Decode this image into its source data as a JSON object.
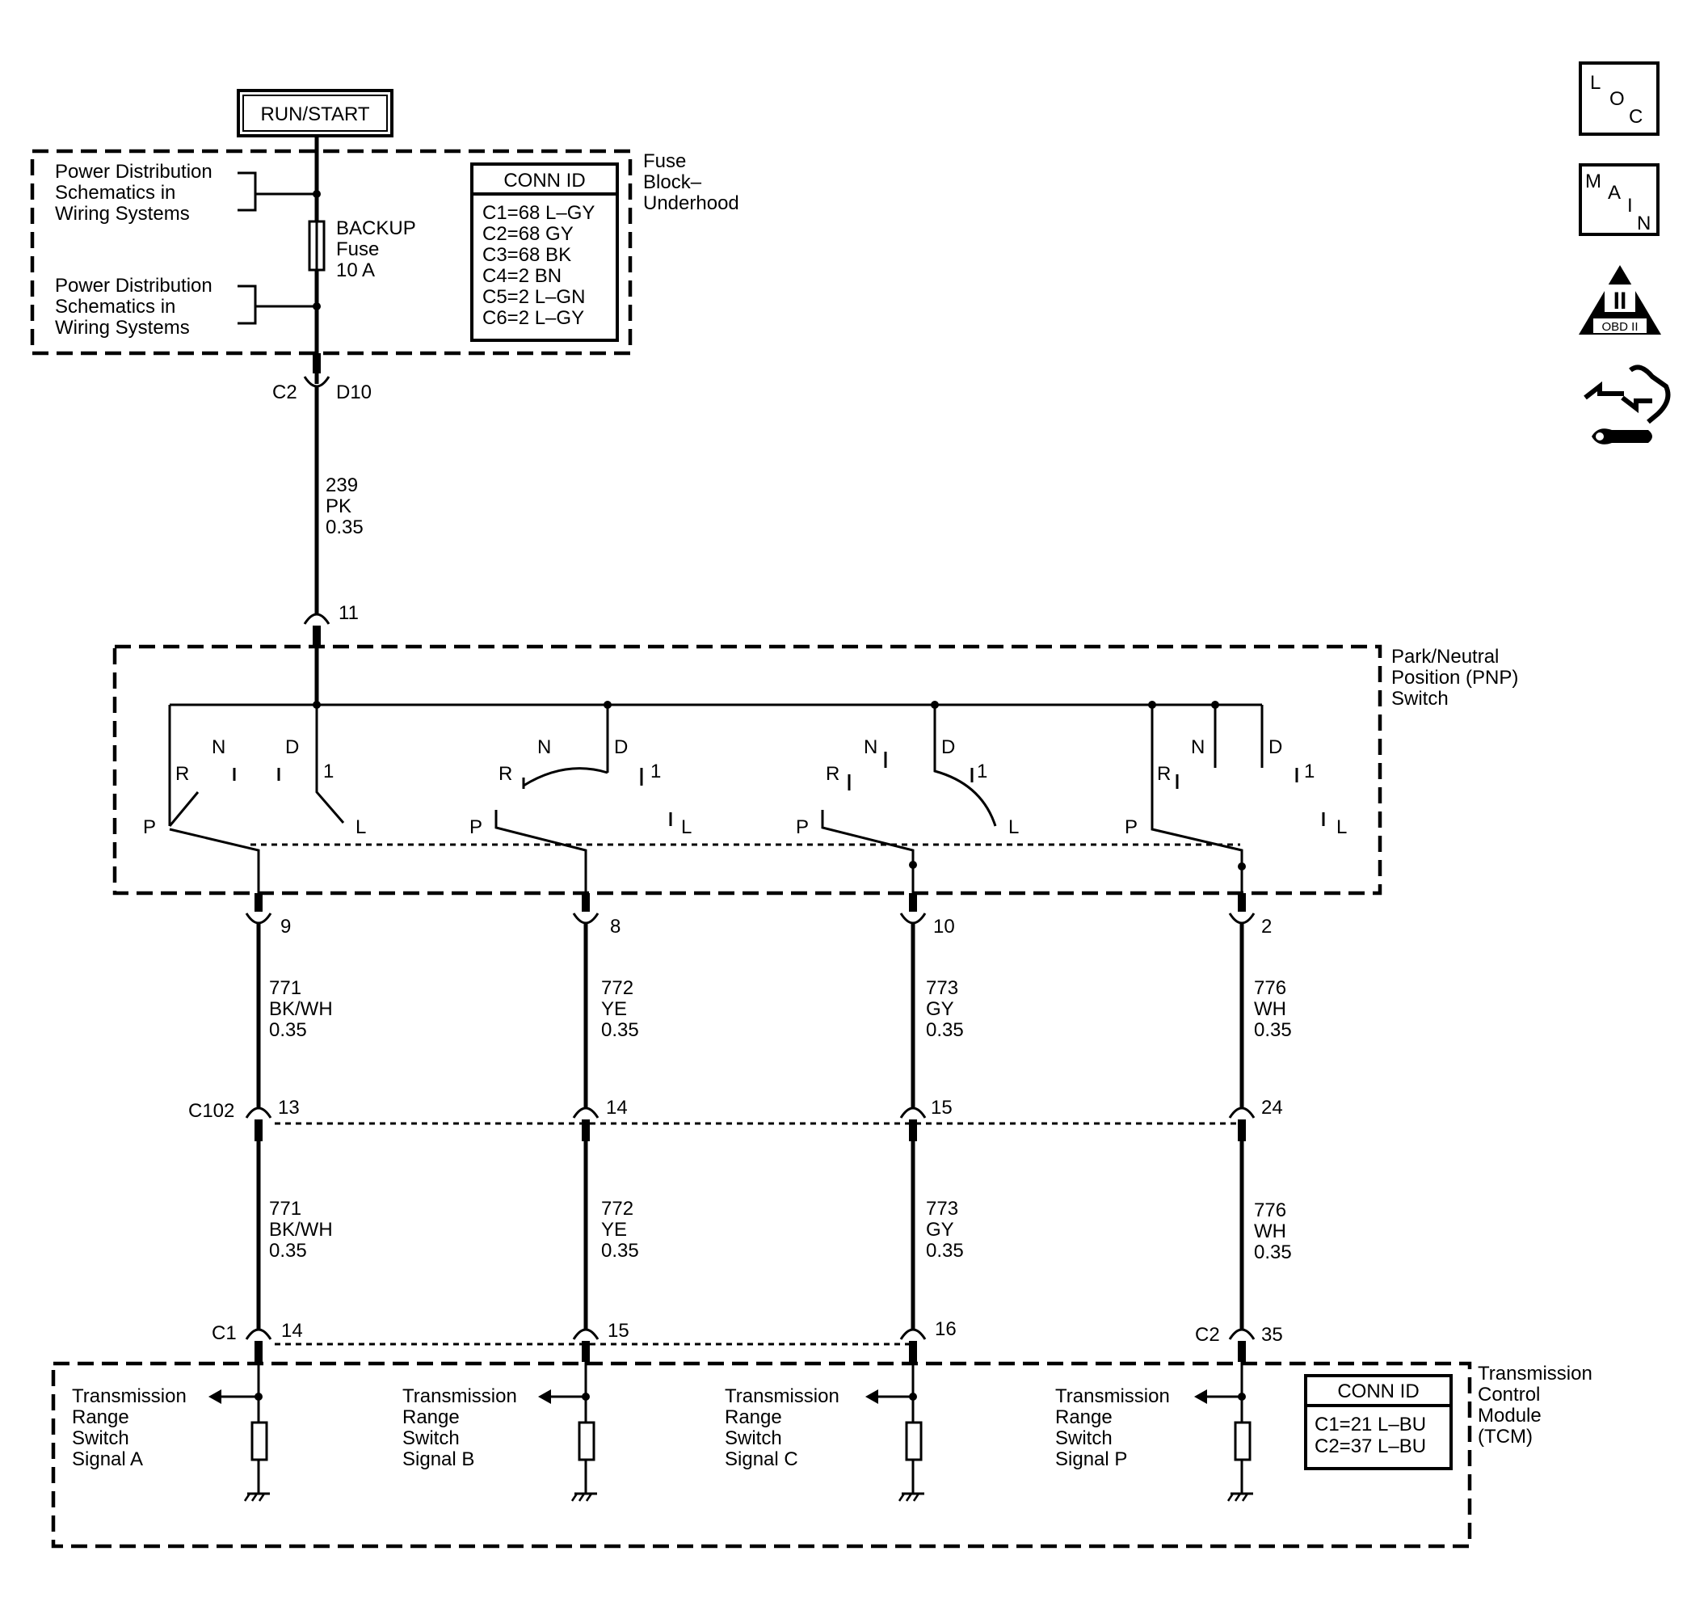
{
  "power": {
    "label": "RUN/START"
  },
  "fuse_block": {
    "name_lines": [
      "Fuse",
      "Block–",
      "Underhood"
    ],
    "ref_top": [
      "Power Distribution",
      "Schematics in",
      "Wiring Systems"
    ],
    "ref_bottom": [
      "Power Distribution",
      "Schematics in",
      "Wiring Systems"
    ],
    "fuse_lines": [
      "BACKUP",
      "Fuse",
      "10 A"
    ],
    "conn_title": "CONN ID",
    "conn_rows": [
      "C1=68 L–GY",
      "C2=68 GY",
      "C3=68 BK",
      "C4=2 BN",
      "C5=2 L–GN",
      "C6=2 L–GY"
    ]
  },
  "feed": {
    "conn_left": "C2",
    "conn_right": "D10",
    "wire": [
      "239",
      "PK",
      "0.35"
    ],
    "pnp_pin": "11"
  },
  "pnp": {
    "name_lines": [
      "Park/Neutral",
      "Position (PNP)",
      "Switch"
    ],
    "pos": {
      "P": "P",
      "R": "R",
      "N": "N",
      "D": "D",
      "one": "1",
      "L": "L"
    }
  },
  "circuits": [
    {
      "pnp_pin": "9",
      "upper": [
        "771",
        "BK/WH",
        "0.35"
      ],
      "c102_pin": "13",
      "lower": [
        "771",
        "BK/WH",
        "0.35"
      ],
      "tcm_pin": "14",
      "signal": [
        "Transmission",
        "Range",
        "Switch",
        "Signal A"
      ]
    },
    {
      "pnp_pin": "8",
      "upper": [
        "772",
        "YE",
        "0.35"
      ],
      "c102_pin": "14",
      "lower": [
        "772",
        "YE",
        "0.35"
      ],
      "tcm_pin": "15",
      "signal": [
        "Transmission",
        "Range",
        "Switch",
        "Signal B"
      ]
    },
    {
      "pnp_pin": "10",
      "upper": [
        "773",
        "GY",
        "0.35"
      ],
      "c102_pin": "15",
      "lower": [
        "773",
        "GY",
        "0.35"
      ],
      "tcm_pin": "16",
      "signal": [
        "Transmission",
        "Range",
        "Switch",
        "Signal C"
      ]
    },
    {
      "pnp_pin": "2",
      "upper": [
        "776",
        "WH",
        "0.35"
      ],
      "c102_pin": "24",
      "lower": [
        "776",
        "WH",
        "0.35"
      ],
      "tcm_pin": "35",
      "signal": [
        "Transmission",
        "Range",
        "Switch",
        "Signal P"
      ]
    }
  ],
  "c102": {
    "label": "C102"
  },
  "tcm": {
    "conn_c1": "C1",
    "conn_c2": "C2",
    "name_lines": [
      "Transmission",
      "Control",
      "Module",
      "(TCM)"
    ],
    "conn_title": "CONN ID",
    "conn_rows": [
      "C1=21 L–BU",
      "C2=37 L–BU"
    ]
  },
  "side_icons": [
    {
      "icon": "loc-icon",
      "text": [
        "L",
        "O",
        "C"
      ]
    },
    {
      "icon": "main-icon",
      "text": [
        "M",
        "A",
        "I",
        "N"
      ]
    },
    {
      "icon": "obd-ii-icon",
      "text": [
        "II",
        "OBD II"
      ]
    },
    {
      "icon": "service-hand-wrench-icon"
    }
  ]
}
